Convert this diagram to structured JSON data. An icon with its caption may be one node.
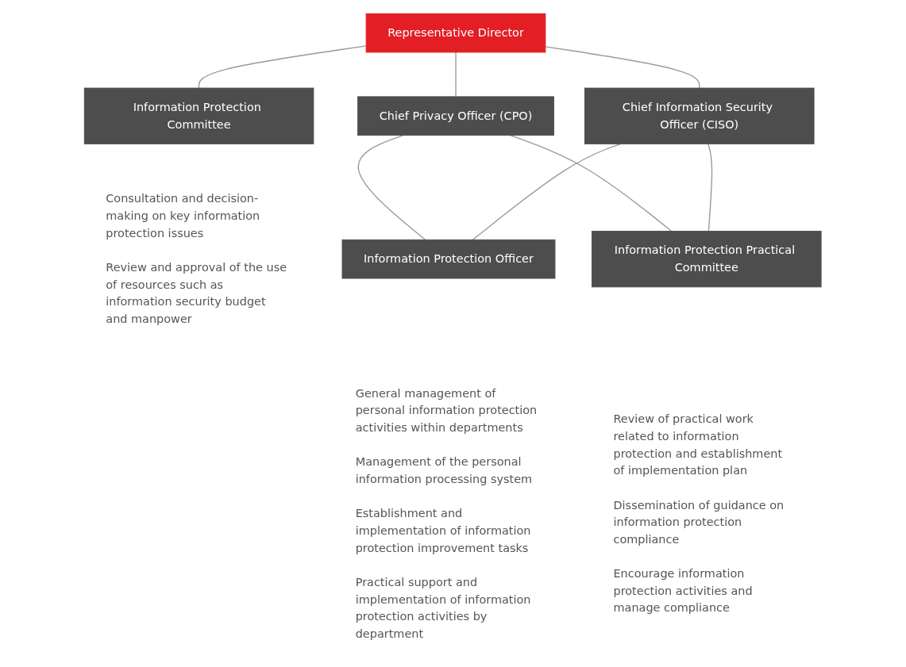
{
  "diagram": {
    "nodes": [
      {
        "text": [
          "Representative Director"
        ]
      },
      {
        "text": [
          "Information Protection Committee"
        ],
        "beside": [
          "Consultation and decision-making on key information protection issues",
          "Review and approval of the use of resources such as information security budget and manpower"
        ]
      },
      {
        "text": [
          "Chief Privacy Officer (CPO)"
        ]
      },
      {
        "text": [
          "Chief Information Security Officer (CISO)"
        ]
      },
      {
        "text": [
          "Information Protection Practical Committee"
        ],
        "beside": [
          "Review of practical work related to information protection and establishment of implementation plan",
          "Dissemination of guidance on information protection compliance",
          "Encourage information protection activities and manage compliance"
        ]
      },
      {
        "text": [
          "Information Protection Officer"
        ],
        "beside": [
          "General management of personal information protection activities within departments",
          "Management of the personal information processing system",
          "Establishment and implementation of information protection improvement tasks",
          "Practical support and implementation of information protection activities by department"
        ]
      }
    ],
    "edges": [
      {
        "from": 0,
        "to": 1,
        "arrow": "none"
      },
      {
        "from": 0,
        "to": 2,
        "arrow": "none"
      },
      {
        "from": 0,
        "to": 3,
        "arrow": "none"
      },
      {
        "from": 2,
        "to": 5,
        "arrow": "none"
      },
      {
        "from": 3,
        "to": 5,
        "arrow": "none"
      },
      {
        "from": 2,
        "to": 4,
        "arrow": "none"
      },
      {
        "from": 3,
        "to": 4,
        "arrow": "none"
      }
    ]
  }
}
